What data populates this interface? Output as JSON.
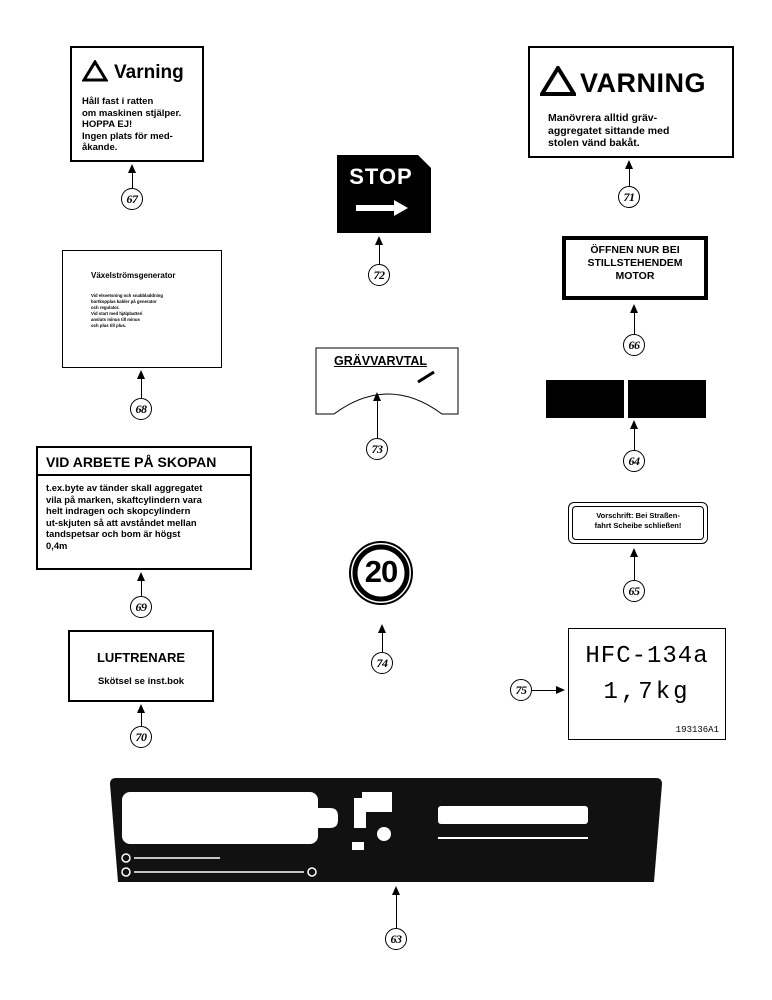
{
  "decals": {
    "d67": {
      "title": "Varning",
      "lines": [
        "Håll fast i ratten",
        "om maskinen stjälper.",
        "HOPPA EJ!",
        "Ingen plats för med-",
        "åkande."
      ],
      "callout": "67"
    },
    "d71": {
      "title": "VARNING",
      "lines": [
        "Manövrera alltid gräv-",
        "aggregatet sittande med",
        "stolen vänd bakåt."
      ],
      "callout": "71"
    },
    "d72": {
      "text": "STOP",
      "callout": "72"
    },
    "d68": {
      "title": "Växelströmsgenerator",
      "lines": [
        "Vid elsvetsning och snabbladdning",
        "bortkopplas kabler på generator",
        "och regulator.",
        "Vid start med hjälpbatteri",
        "ansluts minus till minus",
        "och plus till plus."
      ],
      "callout": "68"
    },
    "d66": {
      "lines": [
        "ÖFFNEN NUR BEI",
        "STILLSTEHENDEM",
        "MOTOR"
      ],
      "callout": "66"
    },
    "d73": {
      "title": "GRÄVVARVTAL",
      "callout": "73"
    },
    "d64": {
      "callout": "64"
    },
    "d69": {
      "title": "VID ARBETE PÅ SKOPAN",
      "lines": [
        "t.ex.byte av tänder skall aggregatet",
        "vila på marken, skaftcylindern vara",
        "helt indragen och skopcylindern",
        "ut-skjuten så att avståndet mellan",
        "tandspetsar och bom är högst",
        "0,4m"
      ],
      "callout": "69"
    },
    "d65": {
      "lines": [
        "Vorschrift: Bei Straßen-",
        "fahrt Scheibe schließen!"
      ],
      "callout": "65"
    },
    "d74": {
      "text": "20",
      "callout": "74"
    },
    "d70": {
      "title": "LUFTRENARE",
      "subtitle": "Skötsel se inst.bok",
      "callout": "70"
    },
    "d75": {
      "line1": "HFC-134a",
      "line2": "1,7kg",
      "code": "193136A1",
      "callout": "75"
    },
    "d63": {
      "callout": "63"
    }
  }
}
